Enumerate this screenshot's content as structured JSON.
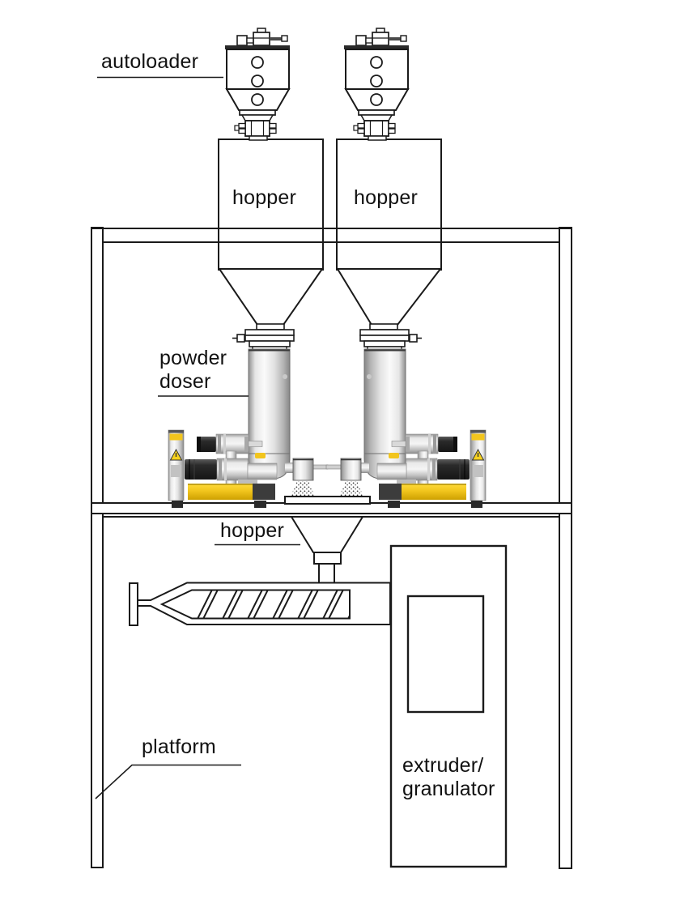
{
  "diagram": {
    "type": "technical-schematic",
    "subject": "continuous powder dosing and extrusion line",
    "labels": {
      "autoloader": "autoloader",
      "hopper_left": "hopper",
      "hopper_right": "hopper",
      "powder_doser_line1": "powder",
      "powder_doser_line2": "doser",
      "hopper_lower": "hopper",
      "platform": "platform",
      "extruder_granulator_line1": "extruder/",
      "extruder_granulator_line2": "granulator"
    },
    "components": [
      "autoloader",
      "hopper",
      "hopper",
      "powder doser",
      "powder doser",
      "hopper",
      "platform",
      "extruder/granulator",
      "screw extruder barrel"
    ],
    "colors": {
      "background": "#ffffff",
      "line": "#1a1a1a",
      "accent_yellow": "#f2c51d",
      "motor_dark": "#1f1f1f",
      "metal_light": "#f7f7f7",
      "metal_dark": "#8a8a8a",
      "granule_dot": "#333333"
    }
  }
}
